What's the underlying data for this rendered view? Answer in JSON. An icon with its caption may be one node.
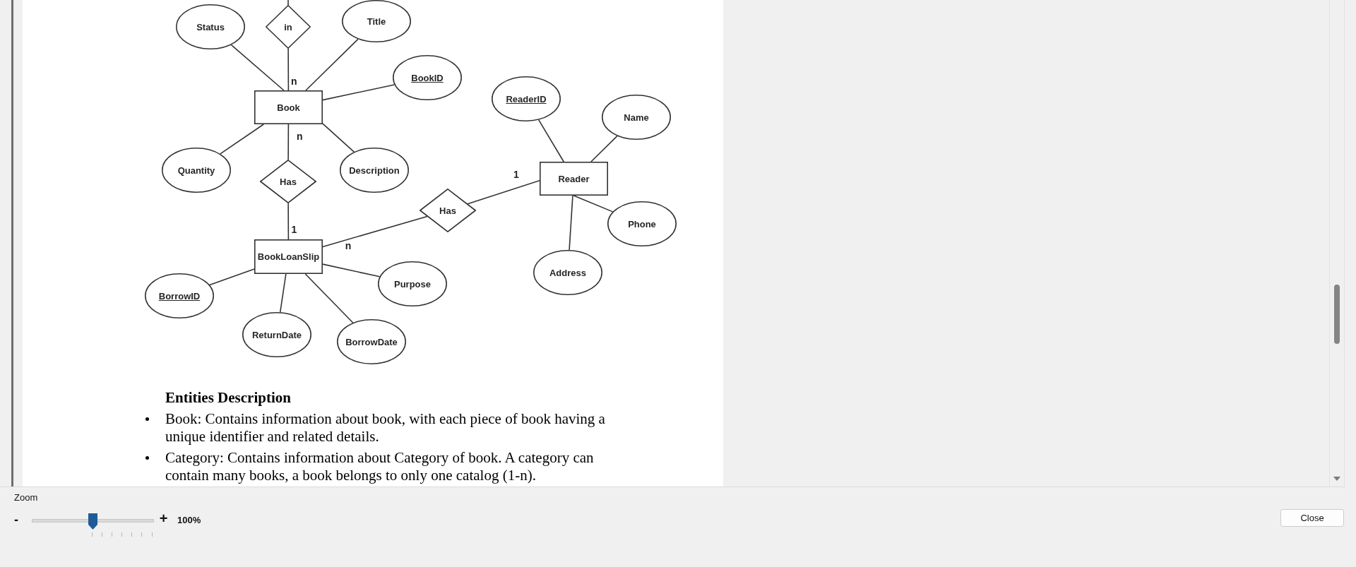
{
  "diagram": {
    "nodes": [
      {
        "text": [
          "Status"
        ]
      },
      {
        "text": [
          "in"
        ]
      },
      {
        "text": [
          "Title"
        ]
      },
      {
        "text": [
          "BookID"
        ]
      },
      {
        "text": [
          "Book"
        ]
      },
      {
        "text": [
          "Quantity"
        ]
      },
      {
        "text": [
          "Has"
        ]
      },
      {
        "text": [
          "Description"
        ]
      },
      {
        "text": [
          "ReaderID"
        ]
      },
      {
        "text": [
          "Name"
        ]
      },
      {
        "text": [
          "Reader"
        ]
      },
      {
        "text": [
          "Has"
        ]
      },
      {
        "text": [
          "Phone"
        ]
      },
      {
        "text": [
          "BookLoanSlip"
        ]
      },
      {
        "text": [
          "Address"
        ]
      },
      {
        "text": [
          "Purpose"
        ]
      },
      {
        "text": [
          "BorrowID"
        ]
      },
      {
        "text": [
          "ReturnDate"
        ]
      },
      {
        "text": [
          "BorrowDate"
        ]
      }
    ],
    "edges": [
      {
        "from": 1,
        "to": null,
        "arrow": "none"
      },
      {
        "from": 1,
        "to": 4,
        "arrow": "none",
        "label": "n"
      },
      {
        "from": 0,
        "to": 4,
        "arrow": "none"
      },
      {
        "from": 2,
        "to": 4,
        "arrow": "none"
      },
      {
        "from": 3,
        "to": 4,
        "arrow": "none"
      },
      {
        "from": 5,
        "to": 4,
        "arrow": "none"
      },
      {
        "from": 7,
        "to": 4,
        "arrow": "none"
      },
      {
        "from": 4,
        "to": 6,
        "arrow": "none",
        "label": "n"
      },
      {
        "from": 6,
        "to": 13,
        "arrow": "none",
        "label": "1"
      },
      {
        "from": 11,
        "to": 13,
        "arrow": "none",
        "label": "n"
      },
      {
        "from": 11,
        "to": 10,
        "arrow": "none",
        "label": "1"
      },
      {
        "from": 8,
        "to": 10,
        "arrow": "none"
      },
      {
        "from": 9,
        "to": 10,
        "arrow": "none"
      },
      {
        "from": 12,
        "to": 10,
        "arrow": "none"
      },
      {
        "from": 14,
        "to": 10,
        "arrow": "none"
      },
      {
        "from": 16,
        "to": 13,
        "arrow": "none"
      },
      {
        "from": 17,
        "to": 13,
        "arrow": "none"
      },
      {
        "from": 18,
        "to": 13,
        "arrow": "none"
      },
      {
        "from": 15,
        "to": 13,
        "arrow": "none"
      }
    ],
    "labels": [
      "Entities Description",
      "Book: Contains information about book, with each piece of book having a unique identifier and related details.",
      "Category: Contains information about Category of book. A category can contain many books, a book belongs to only one catalog (1-n).",
      "Zoom",
      "-",
      "+",
      "100%",
      "Close"
    ]
  }
}
